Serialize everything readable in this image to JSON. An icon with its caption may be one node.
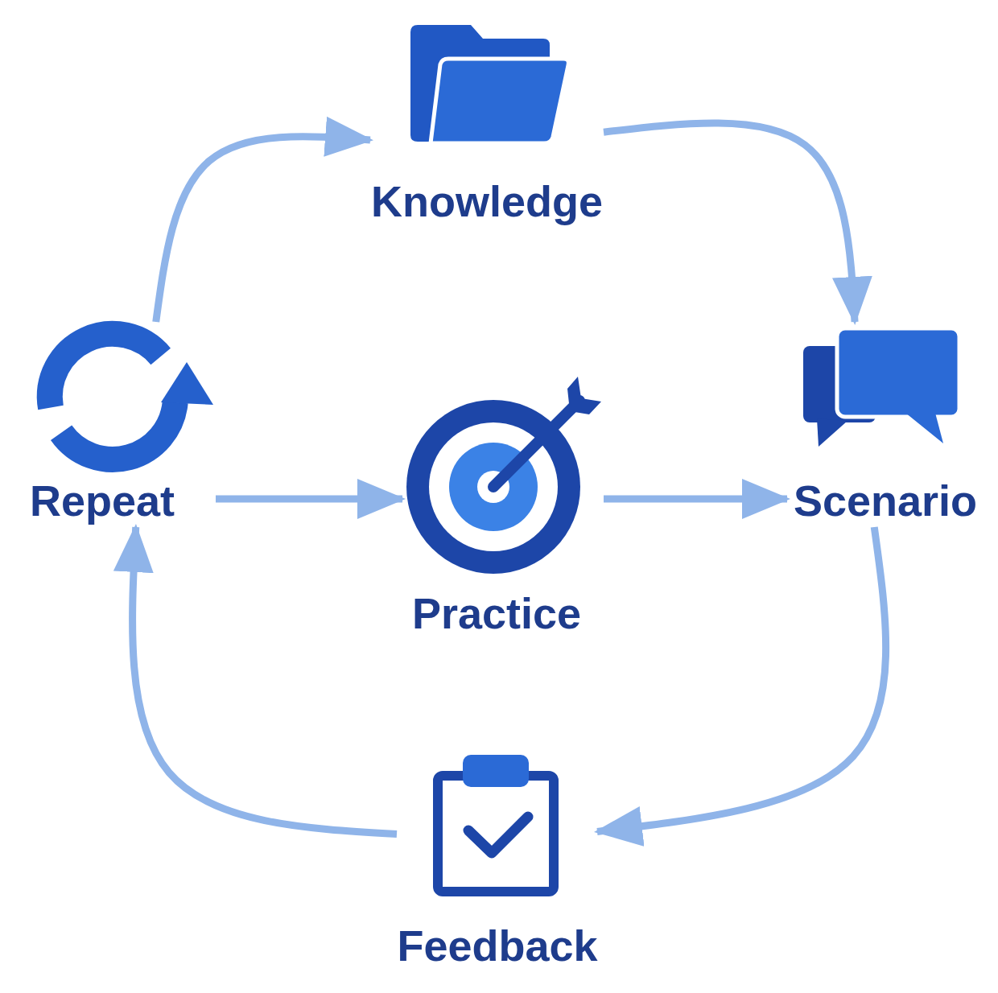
{
  "diagram": {
    "nodes": [
      {
        "text": [
          "Knowledge"
        ]
      },
      {
        "text": [
          "Repeat"
        ]
      },
      {
        "text": [
          "Practice"
        ]
      },
      {
        "text": [
          "Scenario"
        ]
      },
      {
        "text": [
          "Feedback"
        ]
      }
    ],
    "edges": [
      {
        "from": 0,
        "to": 3,
        "arrow": "to"
      },
      {
        "from": 3,
        "to": 4,
        "arrow": "to"
      },
      {
        "from": 4,
        "to": 1,
        "arrow": "to"
      },
      {
        "from": 1,
        "to": 0,
        "arrow": "to"
      },
      {
        "from": 1,
        "to": 2,
        "arrow": "to"
      },
      {
        "from": 2,
        "to": 3,
        "arrow": "to"
      }
    ]
  }
}
